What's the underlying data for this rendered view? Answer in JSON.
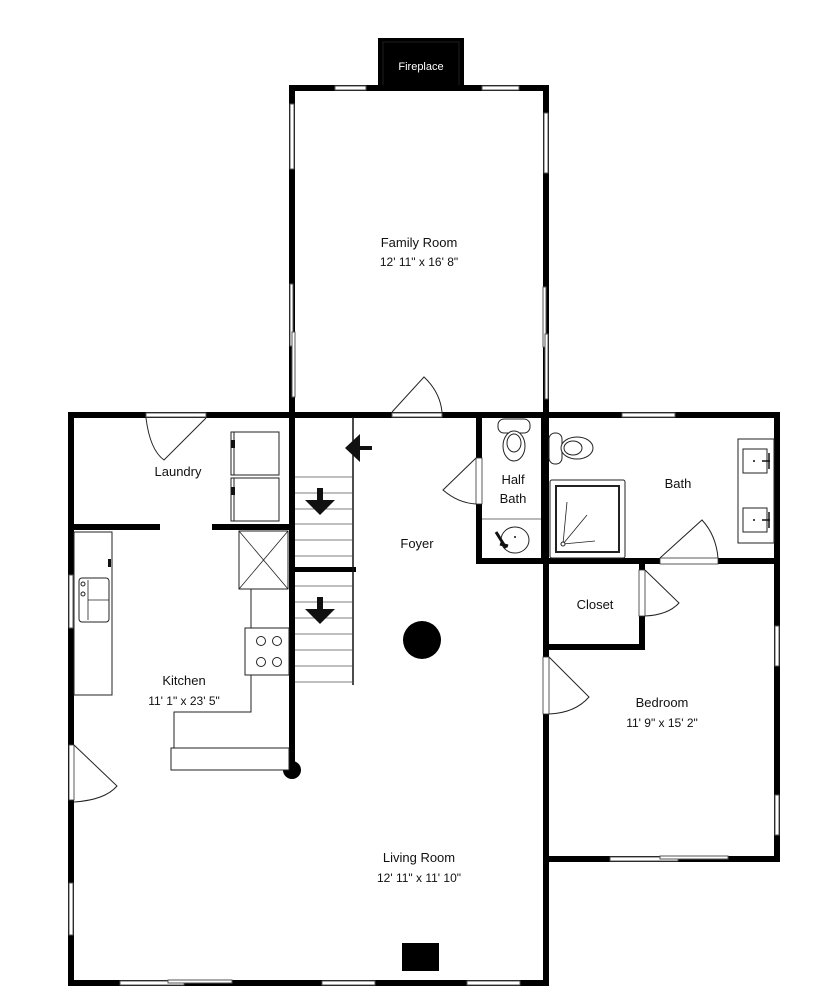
{
  "plan": {
    "rooms": [
      {
        "id": "family-room",
        "name": "Family Room",
        "dimensions": "12' 11\" x 16' 8\""
      },
      {
        "id": "laundry",
        "name": "Laundry",
        "dimensions": ""
      },
      {
        "id": "kitchen",
        "name": "Kitchen",
        "dimensions": "11' 1\" x 23' 5\""
      },
      {
        "id": "foyer",
        "name": "Foyer",
        "dimensions": ""
      },
      {
        "id": "half-bath",
        "name_line1": "Half",
        "name_line2": "Bath",
        "dimensions": ""
      },
      {
        "id": "bath",
        "name": "Bath",
        "dimensions": ""
      },
      {
        "id": "closet",
        "name": "Closet",
        "dimensions": ""
      },
      {
        "id": "bedroom",
        "name": "Bedroom",
        "dimensions": "11' 9\" x 15' 2\""
      },
      {
        "id": "living-room",
        "name": "Living Room",
        "dimensions": "12' 11\" x 11' 10\""
      }
    ],
    "fixtures": {
      "fireplace_label": "Fireplace"
    },
    "colors": {
      "wall": "#000000",
      "background": "#ffffff",
      "line": "#222222"
    }
  }
}
